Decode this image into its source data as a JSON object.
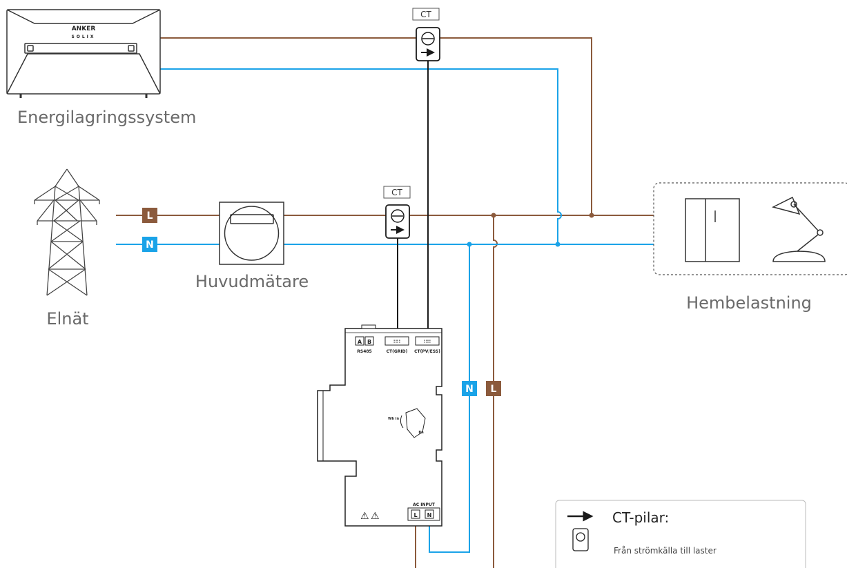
{
  "labels": {
    "storage": "Energilagringssystem",
    "grid": "Elnät",
    "main_meter": "Huvudmätare",
    "loads": "Hembelastning"
  },
  "storage_brand": {
    "line1": "ANKER",
    "line2": "SOLIX"
  },
  "ct_label": "CT",
  "line_tags": {
    "live": "L",
    "neutral": "N"
  },
  "meter_ports": {
    "a": "A",
    "b": "B",
    "rs485": "RS485",
    "ct_grid": "CT(GRID)",
    "ct_pv_ess": "CT(PV/ESS)",
    "ac_input": "AC INPUT",
    "l": "L",
    "n": "N",
    "side_left": "Wh in",
    "side_right": "Bn"
  },
  "legend": {
    "title": "CT-pilar:",
    "description": "Från strömkälla till laster"
  },
  "colors": {
    "live": "#8b5a3c",
    "neutral": "#1aa3e8",
    "signal": "#1a1a1a",
    "outline": "#333333"
  }
}
